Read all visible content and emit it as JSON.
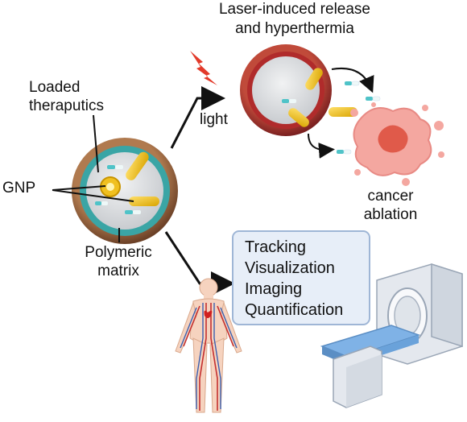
{
  "labels": {
    "release": "Laser-induced release",
    "hyperthermia": "and hyperthermia",
    "loaded": "Loaded",
    "theraputics": "theraputics",
    "light": "light",
    "gnp": "GNP",
    "cancer": "cancer",
    "ablation": "ablation",
    "polymeric": "Polymeric",
    "matrix": "matrix"
  },
  "applications": [
    "Tracking",
    "Visualization",
    "Imaging",
    "Quantification"
  ],
  "icons": {
    "flash": "lightning-bolt-icon",
    "human": "human-circulatory-system-icon",
    "scanner": "ct-scanner-icon"
  },
  "colors": {
    "shell_outer": "#8a5a3a",
    "shell_teal": "#3aa5a5",
    "core_gray": "#d8dadc",
    "gold": "#f0c020",
    "red_shell": "#b83030",
    "cancer_pink": "#f4a7a0",
    "box_fill": "#e7eef8",
    "box_border": "#9fb6d6",
    "bolt_red": "#e23a2a"
  }
}
